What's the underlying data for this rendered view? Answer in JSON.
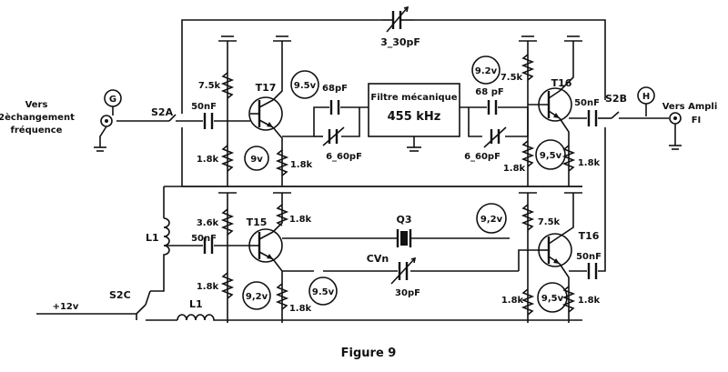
{
  "caption": "Figure 9",
  "connectors": {
    "g": "G",
    "h": "H"
  },
  "switches": {
    "s2a": "S2A",
    "s2b": "S2B",
    "s2c": "S2C"
  },
  "text": {
    "vers_changement_line1": "Vers",
    "vers_changement_line2": "2èchangement",
    "vers_changement_line3": "fréquence",
    "vers_ampli_line1": "Vers Ampli",
    "vers_ampli_line2": "FI",
    "supply": "+12v",
    "filter_line1": "Filtre mécanique",
    "filter_line2": "455 kHz"
  },
  "transistors": {
    "t17": "T17",
    "t16_top": "T16",
    "t15": "T15",
    "t16_bottom": "T16"
  },
  "inductors": {
    "l1_left": "L1",
    "l1_bottom": "L1"
  },
  "crystal": "Q3",
  "cvn": "CVn",
  "components": {
    "c_3_30": "3_30pF",
    "r_7_5k_a": "7.5k",
    "r_1_8k_a": "1.8k",
    "c_50nf_a": "50nF",
    "c_68pf_a": "68pF",
    "c_6_60_a": "6_60pF",
    "r_1_8k_b": "1.8k",
    "c_68pf_b": "68 pF",
    "r_7_5k_b": "7.5k",
    "c_6_60_b": "6_60pF",
    "c_50nf_b": "50nF",
    "r_1_8k_c": "1.8k",
    "r_1_8k_d": "1.8k",
    "r_3_6k": "3.6k",
    "c_50nf_c": "50nF",
    "r_1_8k_e": "1.8k",
    "r_1_8k_f": "1.8k",
    "r_1_8k_g": "1.8k",
    "r_7_5k_c": "7.5k",
    "c_30pf": "30pF",
    "r_1_8k_h": "1.8k",
    "c_50nf_d": "50nF",
    "r_1_8k_i": "1.8k"
  },
  "voltages": {
    "v_9_5_t17": "9.5v",
    "v_9_t17": "9v",
    "v_9_2_top": "9.2v",
    "v_9_5_t16": "9,5v",
    "v_9_2_t15": "9,2v",
    "v_9_5_t15": "9.5v",
    "v_9_2_t16b": "9,2v",
    "v_9_5_t16b": "9,5v"
  }
}
